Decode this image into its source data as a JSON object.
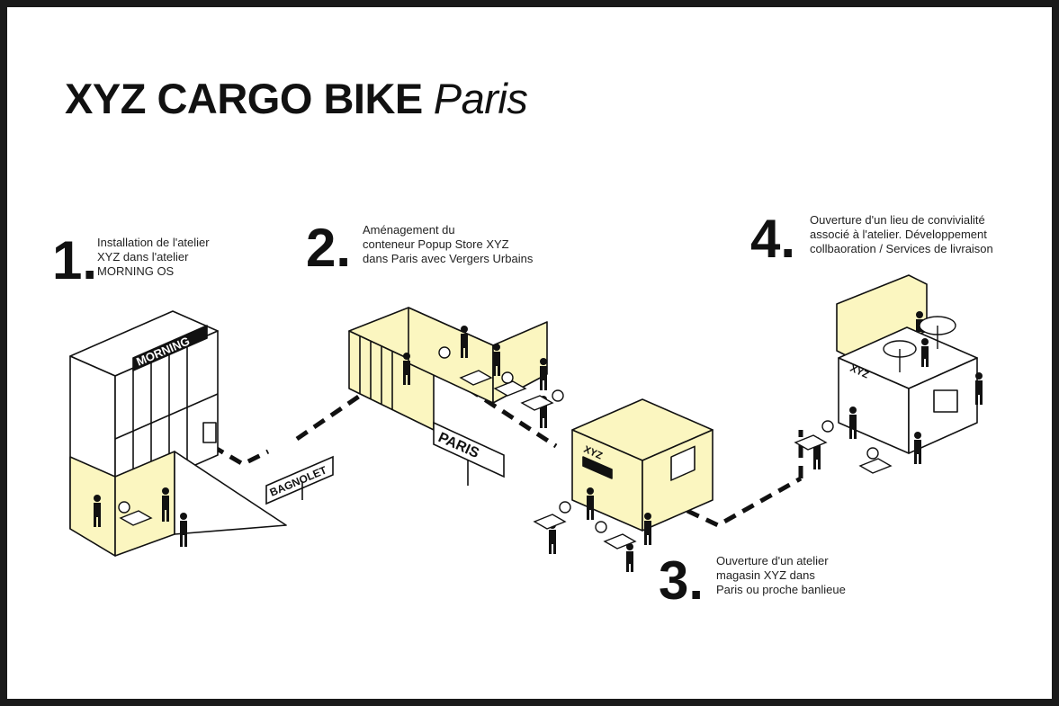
{
  "title": {
    "main": "XYZ CARGO BIKE",
    "city": "Paris"
  },
  "steps": [
    {
      "number": "1.",
      "lines": [
        "Installation de l'atelier",
        "XYZ dans l'atelier",
        "MORNING OS"
      ]
    },
    {
      "number": "2.",
      "lines": [
        "Aménagement du",
        "conteneur Popup Store XYZ",
        "dans Paris avec Vergers Urbains"
      ]
    },
    {
      "number": "3.",
      "lines": [
        "Ouverture d'un atelier",
        "magasin XYZ dans",
        "Paris ou proche banlieue"
      ]
    },
    {
      "number": "4.",
      "lines": [
        "Ouverture d'un lieu de convivialité",
        "associé à l'atelier. Développement",
        "collbaoration / Services de livraison"
      ]
    }
  ],
  "signs": {
    "building": "MORNING",
    "bagnolet": "BAGNOLET",
    "paris": "PARIS",
    "shop3": "XYZ",
    "shop4": "XYZ"
  },
  "colors": {
    "highlight": "#fbf6c0",
    "ink": "#111111",
    "frame": "#1a1a1a"
  }
}
